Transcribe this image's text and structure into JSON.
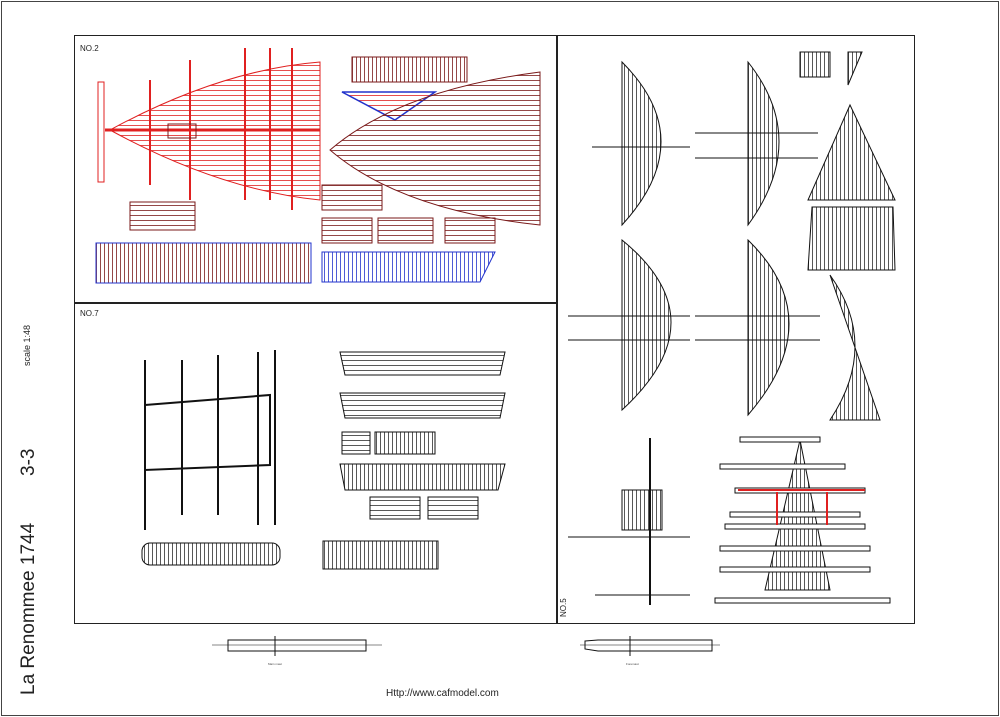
{
  "title": "La Renommee 1744",
  "sheet": "3-3",
  "scale": "scale  1:48",
  "panels": {
    "no2": "NO.2",
    "no7": "NO.7",
    "no5": "NO.5"
  },
  "mast_labels": {
    "main": "Main mast",
    "fore": "Foremast"
  },
  "url": "Http://www.cafmodel.com",
  "colors": {
    "red": "#e02020",
    "brown": "#7a1a1a",
    "blue": "#2233cc",
    "black": "#111111"
  }
}
